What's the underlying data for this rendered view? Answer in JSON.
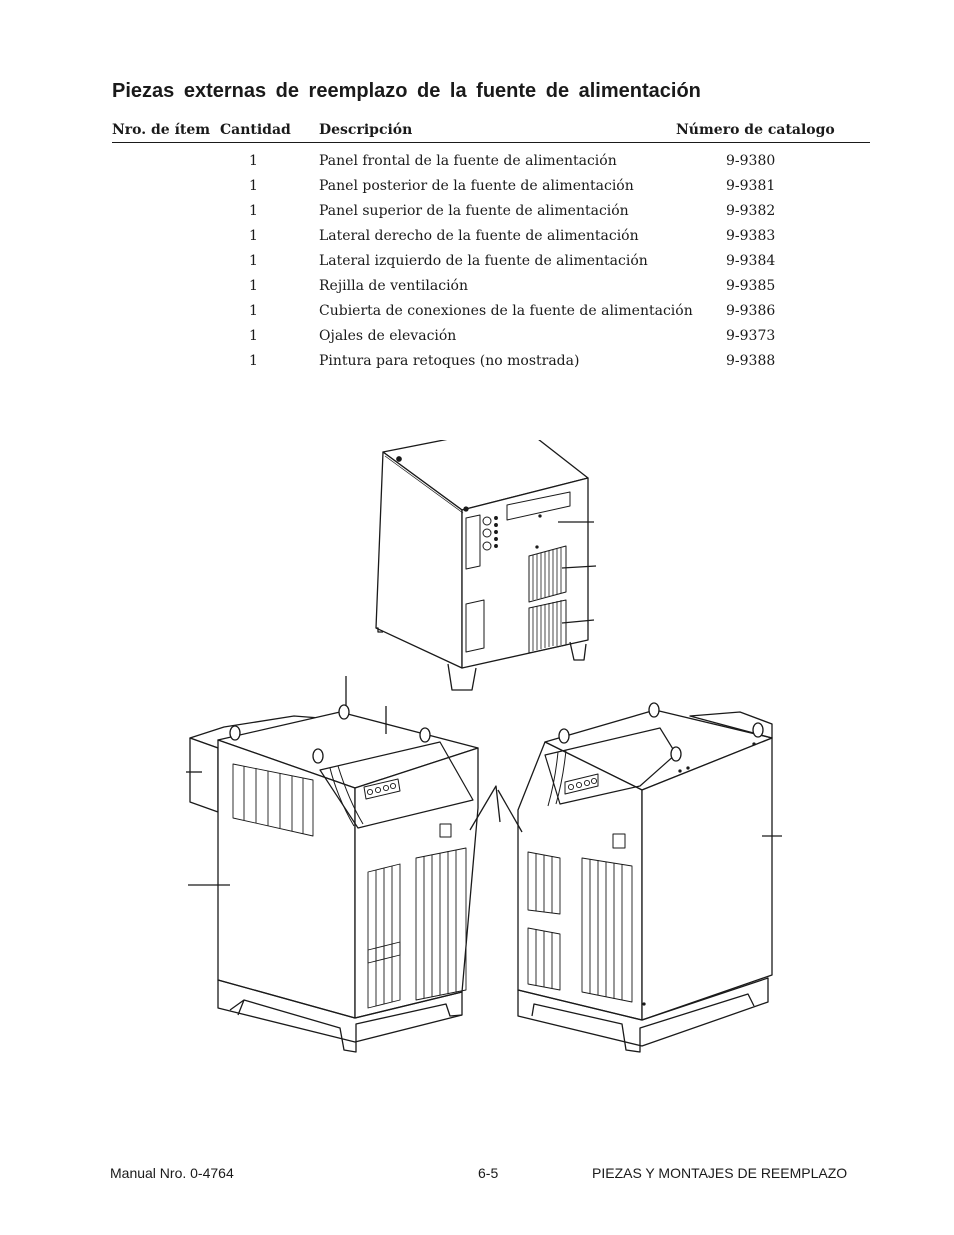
{
  "title": "Piezas externas de reemplazo de la fuente de alimentación",
  "table": {
    "headers": {
      "item": "Nro. de ítem",
      "qty": "Cantidad",
      "desc": "Descripción",
      "catalog": "Número de catalogo"
    },
    "rows": [
      {
        "qty": "1",
        "desc": "Panel frontal de la fuente de alimentación",
        "catalog": "9-9380"
      },
      {
        "qty": "1",
        "desc": "Panel posterior de la fuente de alimentación",
        "catalog": "9-9381"
      },
      {
        "qty": "1",
        "desc": "Panel superior de la fuente de alimentación",
        "catalog": "9-9382"
      },
      {
        "qty": "1",
        "desc": "Lateral derecho de la fuente de alimentación",
        "catalog": "9-9383"
      },
      {
        "qty": "1",
        "desc": "Lateral izquierdo de la fuente de alimentación",
        "catalog": "9-9384"
      },
      {
        "qty": "1",
        "desc": "Rejilla de ventilación",
        "catalog": "9-9385"
      },
      {
        "qty": "1",
        "desc": "Cubierta de conexiones de la fuente de alimentación",
        "catalog": "9-9386"
      },
      {
        "qty": "1",
        "desc": "Ojales de elevación",
        "catalog": "9-9373"
      },
      {
        "qty": "1",
        "desc": "Pintura para retoques (no mostrada)",
        "catalog": "9-9388"
      }
    ]
  },
  "footer": {
    "left": "Manual Nro. 0-4764",
    "center": "6-5",
    "right": "PIEZAS Y MONTAJES DE REEMPLAZO"
  }
}
